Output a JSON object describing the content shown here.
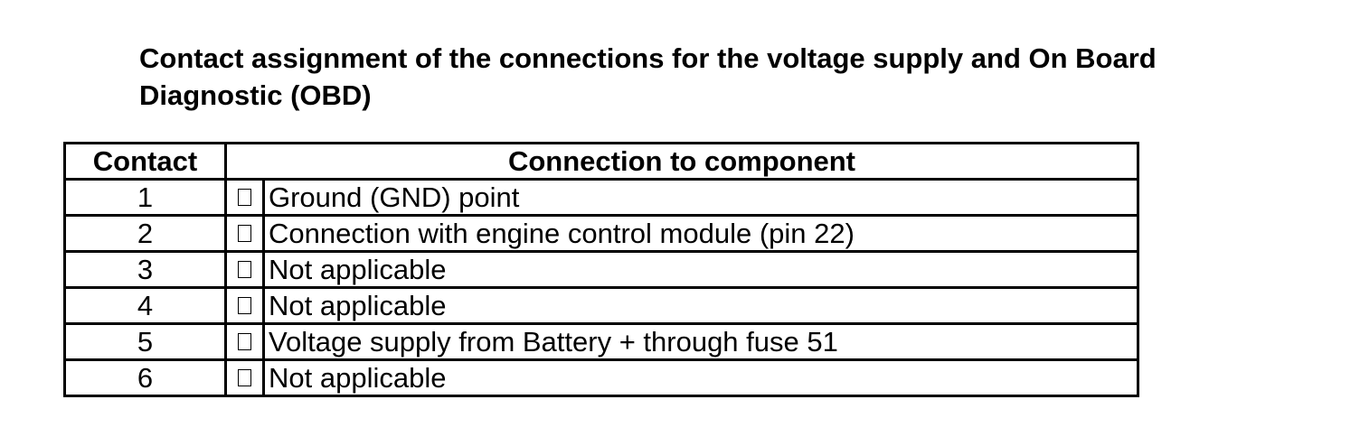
{
  "document": {
    "title": "Contact assignment of the connections for the voltage supply and On Board Diagnostic (OBD)"
  },
  "table": {
    "headers": {
      "contact": "Contact",
      "connection": "Connection to component"
    },
    "rows": [
      {
        "contact": "1",
        "description": "Ground (GND) point"
      },
      {
        "contact": "2",
        "description": "Connection with engine control module (pin 22)"
      },
      {
        "contact": "3",
        "description": "Not applicable"
      },
      {
        "contact": "4",
        "description": "Not applicable"
      },
      {
        "contact": "5",
        "description": "Voltage supply from Battery + through fuse 51"
      },
      {
        "contact": "6",
        "description": "Not applicable"
      }
    ]
  }
}
